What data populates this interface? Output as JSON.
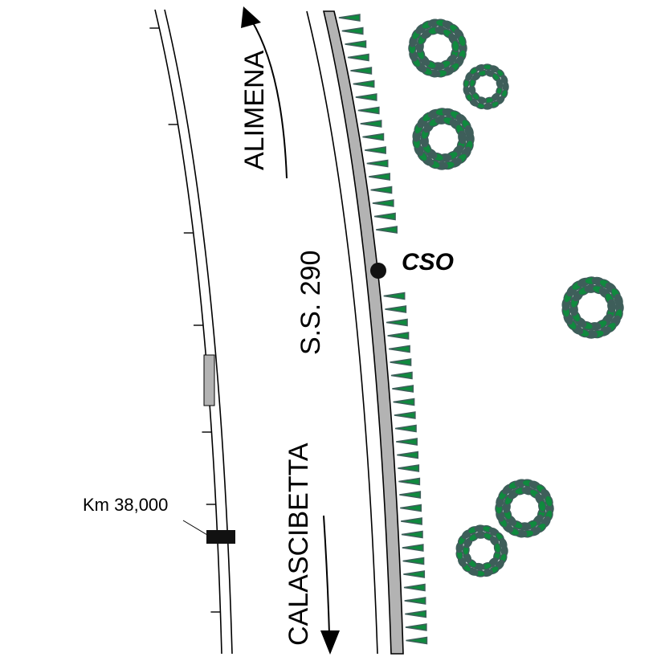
{
  "labels": {
    "direction_north": "ALIMENA",
    "road_name": "S.S. 290",
    "direction_south": "CALASCIBETTA",
    "station": "CSO",
    "kilometre": "Km 38,000"
  },
  "colors": {
    "road_band": "#b3b3b3",
    "vegetation_dark": "#3e5e5a",
    "vegetation_light": "#0f8a3e",
    "ink": "#000000"
  },
  "icons": [
    "north-arrow-icon",
    "south-arrow-icon",
    "tree-icon",
    "escarpment-hachure-icon",
    "station-dot-icon"
  ]
}
